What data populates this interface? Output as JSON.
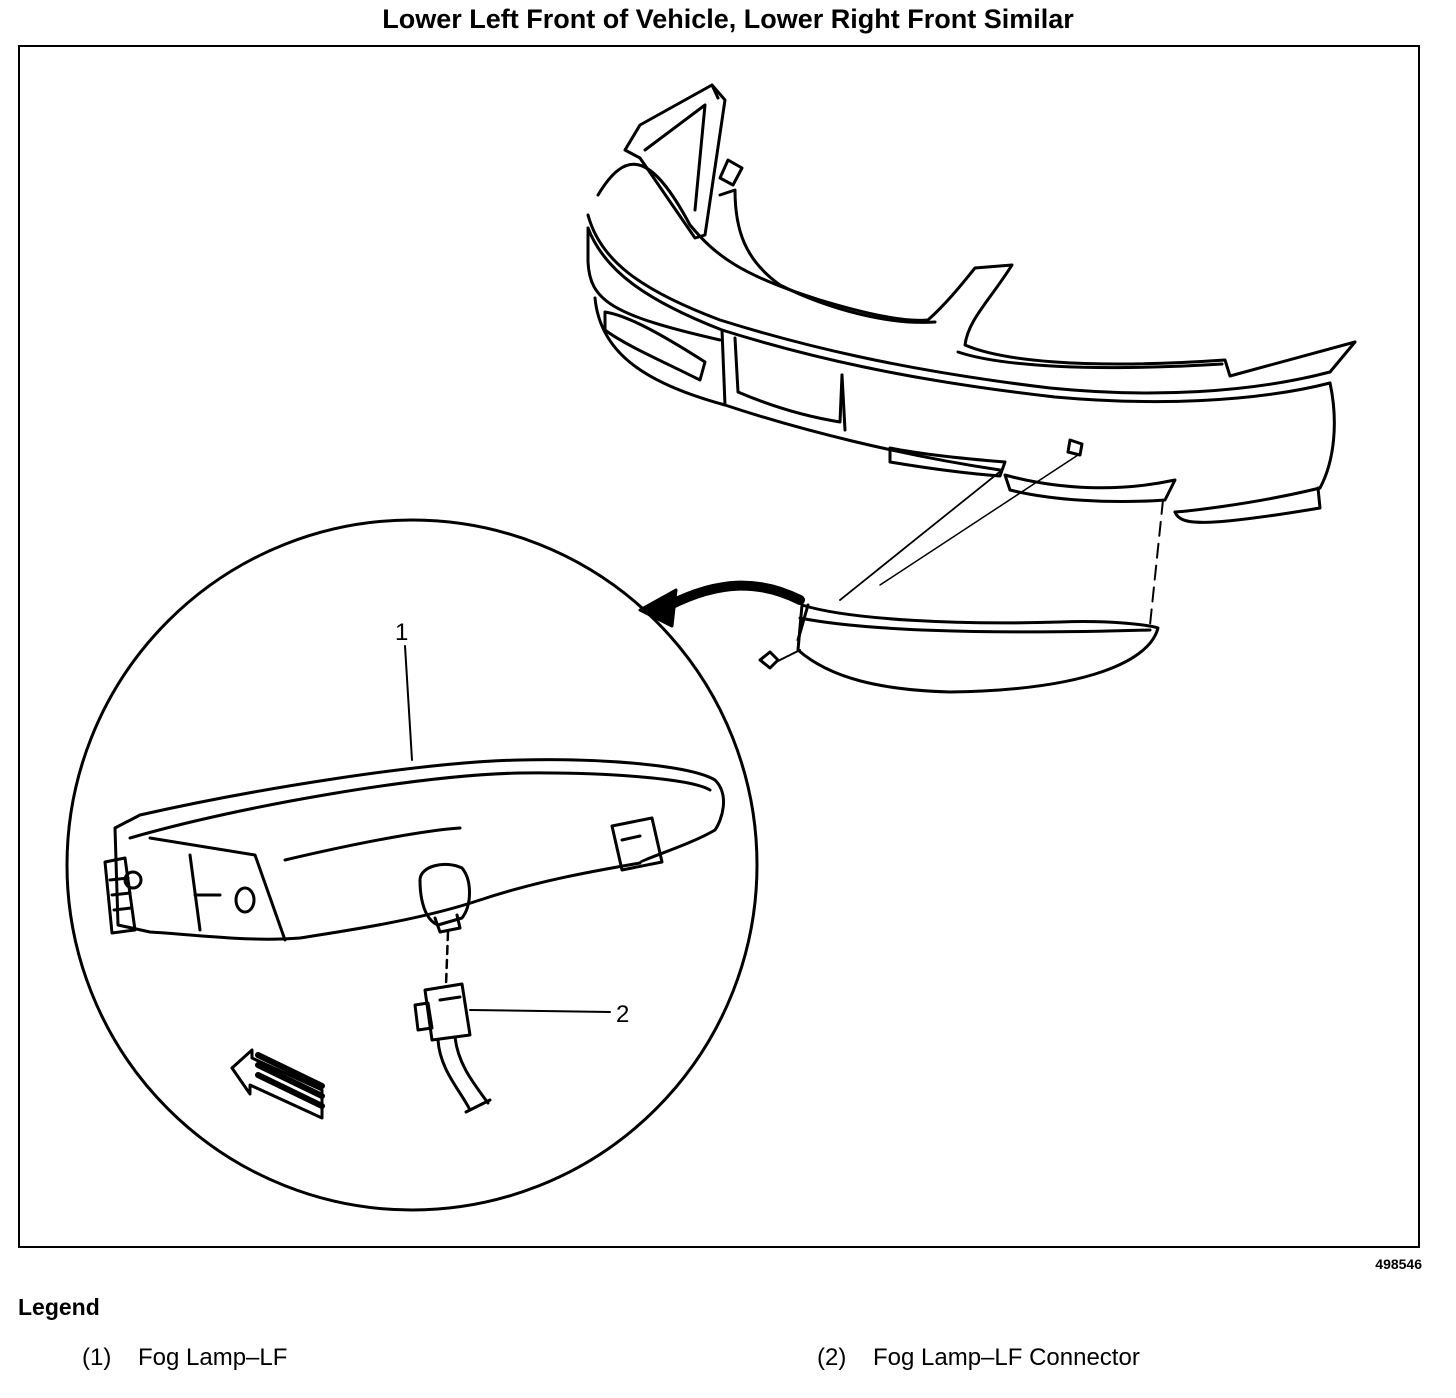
{
  "header": {
    "title": "Lower Left Front of Vehicle, Lower Right Front Similar"
  },
  "figure": {
    "id": "498546",
    "callouts": [
      {
        "label": "1"
      },
      {
        "label": "2"
      }
    ]
  },
  "legend": {
    "heading": "Legend",
    "items": [
      {
        "num": "(1)",
        "text": "Fog Lamp–LF"
      },
      {
        "num": "(2)",
        "text": "Fog Lamp–LF Connector"
      }
    ]
  }
}
